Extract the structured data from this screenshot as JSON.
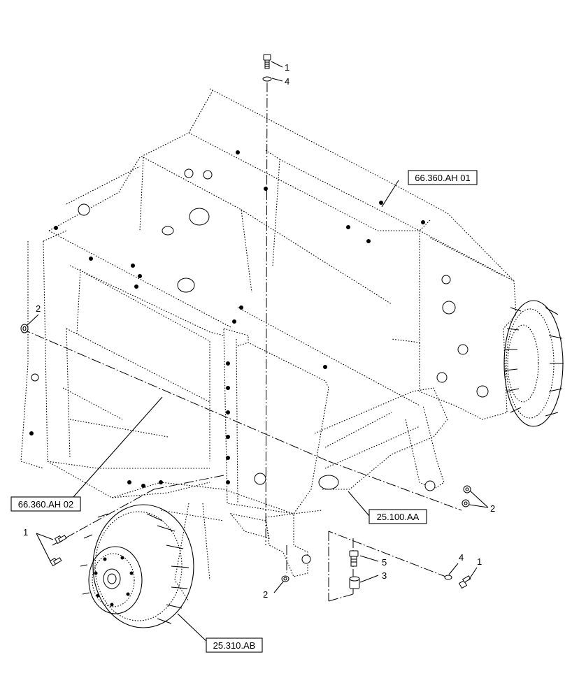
{
  "reference_labels": {
    "ah01": "66.360.AH 01",
    "ah02": "66.360.AH 02",
    "aa": "25.100.AA",
    "ab": "25.310.AB"
  },
  "callouts": {
    "top_bolt": "1",
    "top_washer": "4",
    "left_nut": "2",
    "left_bolts": "1",
    "right_nuts": "2",
    "bottom_nut": "2",
    "stud_bolt": "5",
    "spacer": "3",
    "right_washer": "4",
    "right_bolt": "1"
  }
}
